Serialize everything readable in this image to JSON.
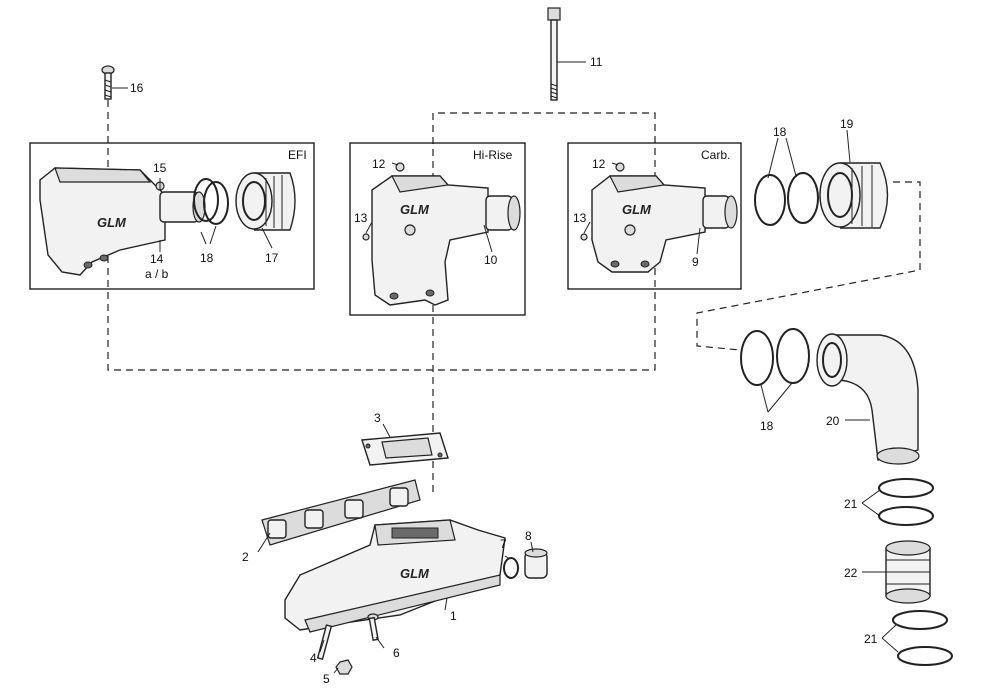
{
  "diagram": {
    "boxes": {
      "efi": "EFI",
      "hirise": "Hi-Rise",
      "carb": "Carb."
    },
    "logo": "GLM",
    "callouts": {
      "c1": "1",
      "c2": "2",
      "c3": "3",
      "c4": "4",
      "c5": "5",
      "c6": "6",
      "c7": "7",
      "c8": "8",
      "c9": "9",
      "c10": "10",
      "c11": "11",
      "c12a": "12",
      "c12b": "12",
      "c13a": "13",
      "c13b": "13",
      "c14": "14",
      "c14ab": "a / b",
      "c15": "15",
      "c16": "16",
      "c17": "17",
      "c18a": "18",
      "c18b": "18",
      "c18c": "18",
      "c19": "19",
      "c20": "20",
      "c21a": "21",
      "c21b": "21",
      "c22": "22"
    }
  }
}
